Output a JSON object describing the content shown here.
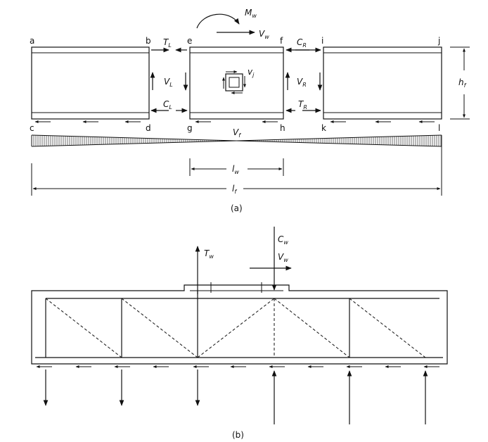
{
  "figure_a": {
    "corners": {
      "a": "a",
      "b": "b",
      "c": "c",
      "d": "d",
      "e": "e",
      "f": "f",
      "g": "g",
      "h": "h",
      "i": "i",
      "j": "j",
      "k": "k",
      "l": "l"
    },
    "forces": {
      "Mw": {
        "main": "M",
        "sub": "w"
      },
      "Vw": {
        "main": "V",
        "sub": "w"
      },
      "TL": {
        "main": "T",
        "sub": "L"
      },
      "CR": {
        "main": "C",
        "sub": "R"
      },
      "VL": {
        "main": "V",
        "sub": "L"
      },
      "VR": {
        "main": "V",
        "sub": "R"
      },
      "vj": {
        "main": "v",
        "sub": "j"
      },
      "CL": {
        "main": "C",
        "sub": "L"
      },
      "TR": {
        "main": "T",
        "sub": "R"
      },
      "Vf": {
        "main": "V",
        "sub": "f"
      },
      "hf": {
        "main": "h",
        "sub": "f"
      },
      "lw": {
        "main": "l",
        "sub": "w"
      },
      "lf": {
        "main": "l",
        "sub": "f"
      }
    },
    "caption": "(a)"
  },
  "figure_b": {
    "forces": {
      "Tw": {
        "main": "T",
        "sub": "w"
      },
      "Cw": {
        "main": "C",
        "sub": "w"
      },
      "Vw": {
        "main": "V",
        "sub": "w"
      }
    },
    "caption": "(b)"
  }
}
